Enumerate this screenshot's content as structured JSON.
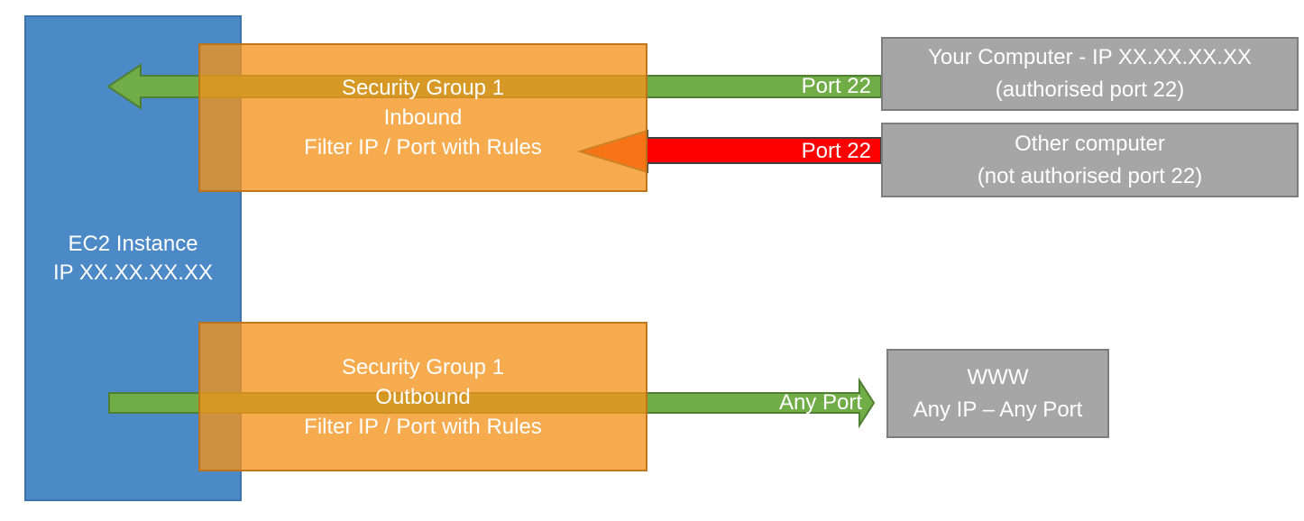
{
  "diagram": {
    "ec2_box": {
      "lines": [
        "EC2 Instance",
        "IP XX.XX.XX.XX"
      ]
    },
    "sg_inbound": {
      "lines": [
        "Security Group 1",
        "Inbound",
        "Filter IP / Port with Rules"
      ]
    },
    "sg_outbound": {
      "lines": [
        "Security Group 1",
        "Outbound",
        "Filter IP / Port with Rules"
      ]
    },
    "your_computer": {
      "lines": [
        "Your Computer - IP XX.XX.XX.XX",
        "(authorised port 22)"
      ]
    },
    "other_computer": {
      "lines": [
        "Other computer",
        "(not authorised port 22)"
      ]
    },
    "www": {
      "lines": [
        "WWW",
        "Any IP – Any Port"
      ]
    },
    "labels": {
      "inbound_allowed_port": "Port 22",
      "inbound_blocked_port": "Port 22",
      "outbound_port": "Any Port"
    },
    "colors": {
      "ec2_fill": "#4c89c7",
      "ec2_border": "#3e74ac",
      "security_group_fill": "#f3941c",
      "security_group_border": "#ba6e14",
      "endpoint_fill": "#a6a6a6",
      "endpoint_border": "#7d7d7d",
      "allowed_arrow_fill": "#70ad47",
      "allowed_arrow_border": "#507e32",
      "blocked_arrow_fill": "#ff0000",
      "blocked_arrow_border": "#404040",
      "text": "#ffffff"
    }
  }
}
